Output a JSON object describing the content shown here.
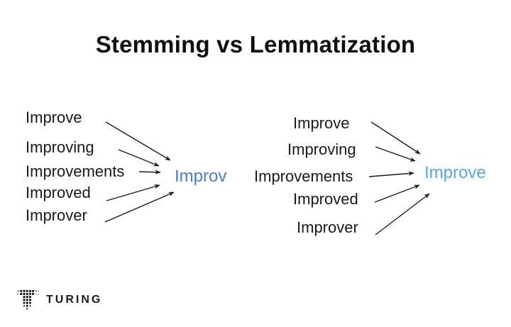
{
  "title": "Stemming vs Lemmatization",
  "colors": {
    "stem_result_blue": "#4a7ed3",
    "lemma_result_blue": "#57a9e2",
    "text": "#1a1a1a",
    "background": "#ffffff"
  },
  "stemming": {
    "words": [
      "Improve",
      "Improving",
      "Improvements",
      "Improved",
      "Improver"
    ],
    "result": "Improv"
  },
  "lemmatization": {
    "words": [
      "Improve",
      "Improving",
      "Improvements",
      "Improved",
      "Improver"
    ],
    "result": "Improve"
  },
  "footer": {
    "brand": "TURING"
  }
}
